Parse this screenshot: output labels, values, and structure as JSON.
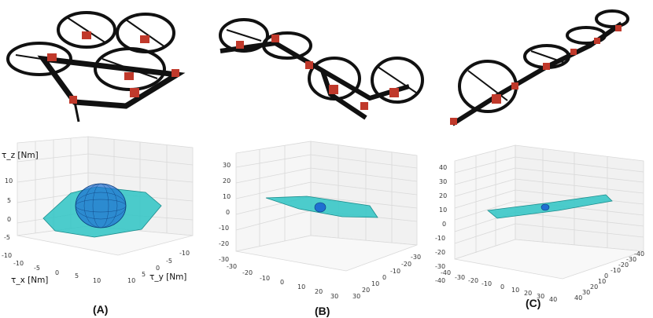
{
  "figure": {
    "panels": [
      {
        "label": "(A)",
        "z_axis_label": "τ_z [Nm]",
        "x_axis_label": "τ_x [Nm]",
        "y_axis_label": "τ_y [Nm]",
        "z_ticks": [
          "10",
          "5",
          "0",
          "-5",
          "-10"
        ],
        "x_ticks": [
          "-10",
          "-5",
          "0",
          "5",
          "10"
        ],
        "y_ticks": [
          "-10",
          "-5",
          "0",
          "5",
          "10"
        ]
      },
      {
        "label": "(B)",
        "z_ticks": [
          "30",
          "20",
          "10",
          "0",
          "-10",
          "-20",
          "-30"
        ],
        "x_ticks": [
          "-30",
          "-20",
          "-10",
          "0",
          "10",
          "20",
          "30"
        ],
        "y_ticks": [
          "-30",
          "-20",
          "-10",
          "0",
          "10",
          "20",
          "30"
        ]
      },
      {
        "label": "(C)",
        "z_ticks": [
          "40",
          "30",
          "20",
          "10",
          "0",
          "-10",
          "-20",
          "-30",
          "-40"
        ],
        "x_ticks": [
          "-40",
          "-30",
          "-20",
          "-10",
          "0",
          "10",
          "20",
          "30",
          "40"
        ],
        "y_ticks": [
          "-40",
          "-30",
          "-20",
          "-10",
          "0",
          "10",
          "20",
          "30",
          "40"
        ]
      }
    ],
    "colors": {
      "polytope_fill": "#2ec4c4",
      "polytope_edge": "#1a8c8c",
      "ellipsoid": "#1f6fd1",
      "drone_frame": "#111111",
      "drone_motor": "#c0392b",
      "grid": "#d9d9d9"
    }
  }
}
